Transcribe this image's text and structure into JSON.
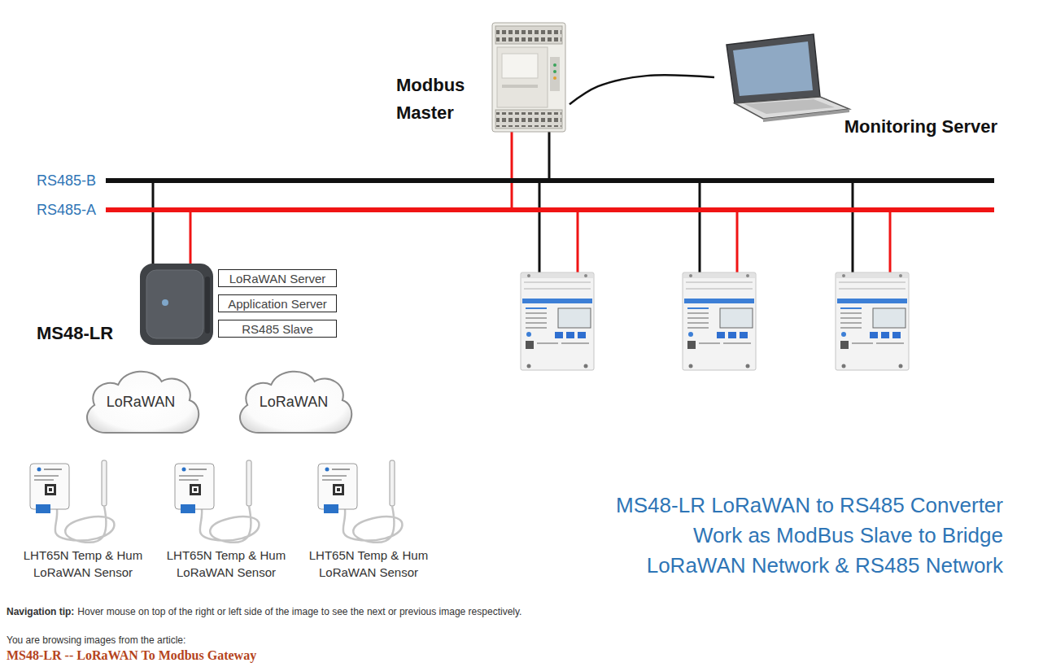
{
  "diagram": {
    "caption": "MS48-LR LoRaWAN to RS485 Converter Work as ModBus Slave to Bridge LoRaWAN Network & RS485 Network",
    "nodes": [
      {
        "text": [
          "Modbus Master"
        ]
      },
      {
        "text": [
          "Monitoring Server"
        ]
      },
      {
        "text": [
          "MS48-LR"
        ]
      },
      {
        "text": [
          "LoRaWAN Server"
        ]
      },
      {
        "text": [
          "Application Server"
        ]
      },
      {
        "text": [
          "RS485 Slave"
        ]
      },
      {
        "text": [
          "LoRaWAN"
        ]
      },
      {
        "text": [
          "LoRaWAN"
        ]
      },
      {
        "text": [
          "LHT65N Temp & Hum LoRaWAN Sensor"
        ]
      },
      {
        "text": [
          "LHT65N Temp & Hum LoRaWAN Sensor"
        ]
      },
      {
        "text": [
          "LHT65N Temp & Hum LoRaWAN Sensor"
        ]
      }
    ],
    "edges": [
      {
        "from": 0,
        "to": 1,
        "arrow": "none"
      }
    ],
    "labels": [
      "RS485-B",
      "RS485-A",
      "Navigation tip:",
      "Hover mouse on top of the right or left side of the image to see the next or previous image respectively.",
      "You are browsing images from the article:",
      "MS48-LR -- LoRaWAN To Modbus Gateway"
    ]
  }
}
